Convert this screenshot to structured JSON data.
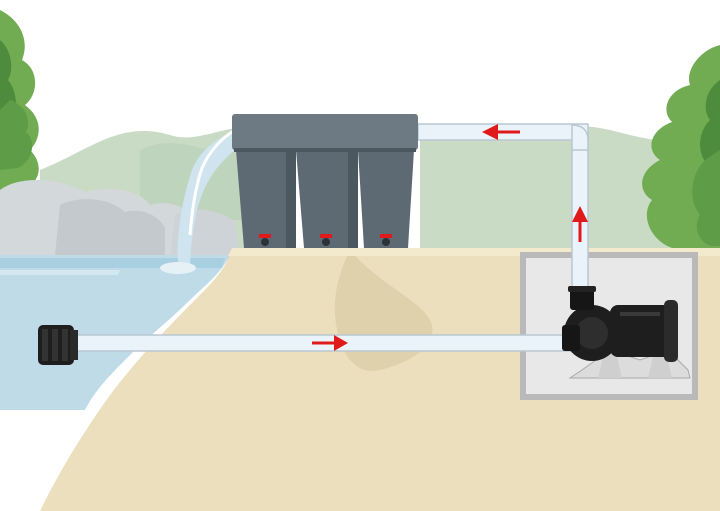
{
  "diagram": {
    "components": [
      {
        "id": "filter-box",
        "type": "multi-chamber pond filter",
        "chambers": 3,
        "drain-valves": 3
      },
      {
        "id": "intake-strainer",
        "type": "suction inlet strainer"
      },
      {
        "id": "pump",
        "type": "pond pump",
        "location": "dry pit"
      },
      {
        "id": "waterfall",
        "type": "return outflow into pond"
      }
    ],
    "flow": [
      {
        "from": "intake-strainer",
        "to": "pump",
        "direction": "right"
      },
      {
        "from": "pump",
        "to": "filter-box",
        "direction": "up"
      },
      {
        "from": "filter-box",
        "to": "waterfall",
        "direction": "left"
      }
    ],
    "colors": {
      "sky": "#ffffff",
      "water": "#bfdbe8",
      "water-edge": "#a9d0e1",
      "ground": "#ecdfbe",
      "ground-shadow": "#e0d1ad",
      "rock": "#d3d8da",
      "hill": "#c9dbc5",
      "foliage": "#72ac52",
      "foliage-dark": "#4e8c3d",
      "filter-body": "#5d6a74",
      "filter-top": "#6d7a84",
      "pipe": "#eaf3f9",
      "pipe-edge": "#b9c7d1",
      "pit": "#e8e8e8",
      "pump-body": "#1e1e1e",
      "pump-base": "#dcdcdc",
      "arrow": "#e01a1a",
      "valve": "#e01a1a"
    }
  }
}
